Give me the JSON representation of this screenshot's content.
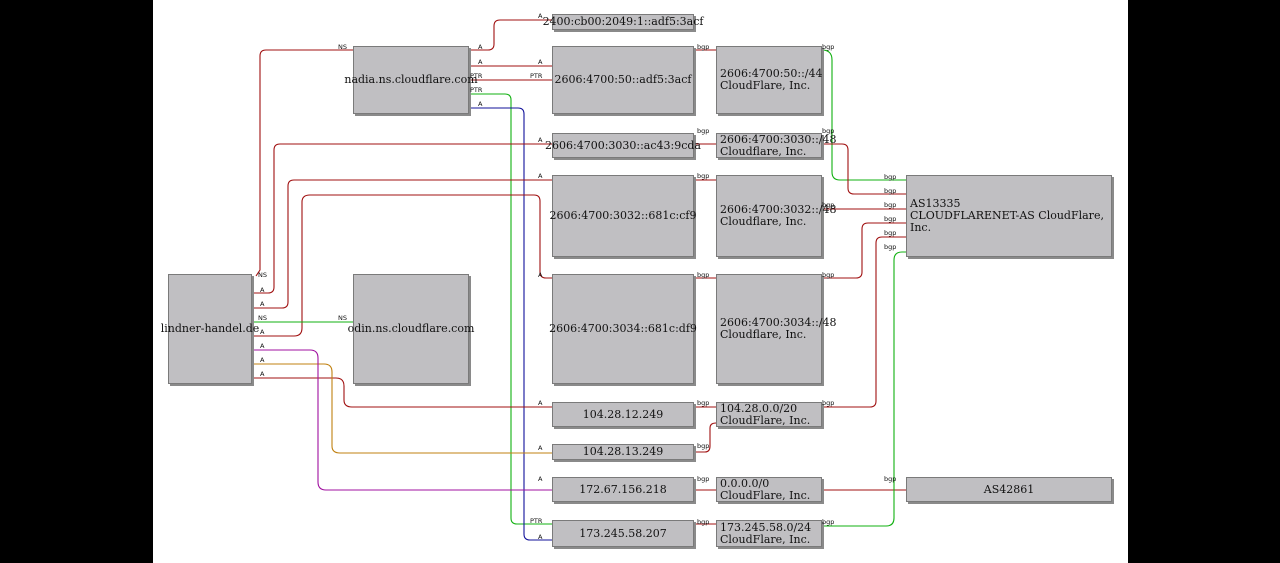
{
  "nodes": {
    "lindner": "lindner-handel.de",
    "nadia": "nadia.ns.cloudflare.com",
    "odin": "odin.ns.cloudflare.com",
    "ip6_adf5": "2400:cb00:2049:1::adf5:3acf",
    "ip6_4700_50": "2606:4700:50::adf5:3acf",
    "net6_50": [
      "2606:4700:50::/44",
      "CloudFlare, Inc."
    ],
    "ip6_3030": "2606:4700:3030::ac43:9cda",
    "net6_3030": [
      "2606:4700:3030::/48",
      "Cloudflare, Inc."
    ],
    "ip6_3032": "2606:4700:3032::681c:cf9",
    "net6_3032": [
      "2606:4700:3032::/48",
      "Cloudflare, Inc."
    ],
    "ip6_3034": "2606:4700:3034::681c:df9",
    "net6_3034": [
      "2606:4700:3034::/48",
      "Cloudflare, Inc."
    ],
    "as13335": [
      "AS13335",
      "CLOUDFLARENET-AS CloudFlare, Inc."
    ],
    "ip4_249": "104.28.12.249",
    "net4_104": [
      "104.28.0.0/20",
      "CloudFlare, Inc."
    ],
    "ip4_13_249": "104.28.13.249",
    "ip4_172": "172.67.156.218",
    "net4_0": [
      "0.0.0.0/0",
      "CloudFlare, Inc."
    ],
    "as42861": "AS42861",
    "ip4_173": "173.245.58.207",
    "net4_173": [
      "173.245.58.0/24",
      "CloudFlare, Inc."
    ]
  },
  "edge_labels": {
    "ns": "NS",
    "a": "A",
    "ptr": "PTR",
    "bgp": "bgp"
  },
  "colors": {
    "red": "#a01010",
    "green": "#10b010",
    "navy": "#10109a",
    "purple": "#a010a0",
    "orange": "#c08010",
    "node_fill": "#c0bfc2",
    "background": "#000000",
    "canvas": "#ffffff"
  }
}
